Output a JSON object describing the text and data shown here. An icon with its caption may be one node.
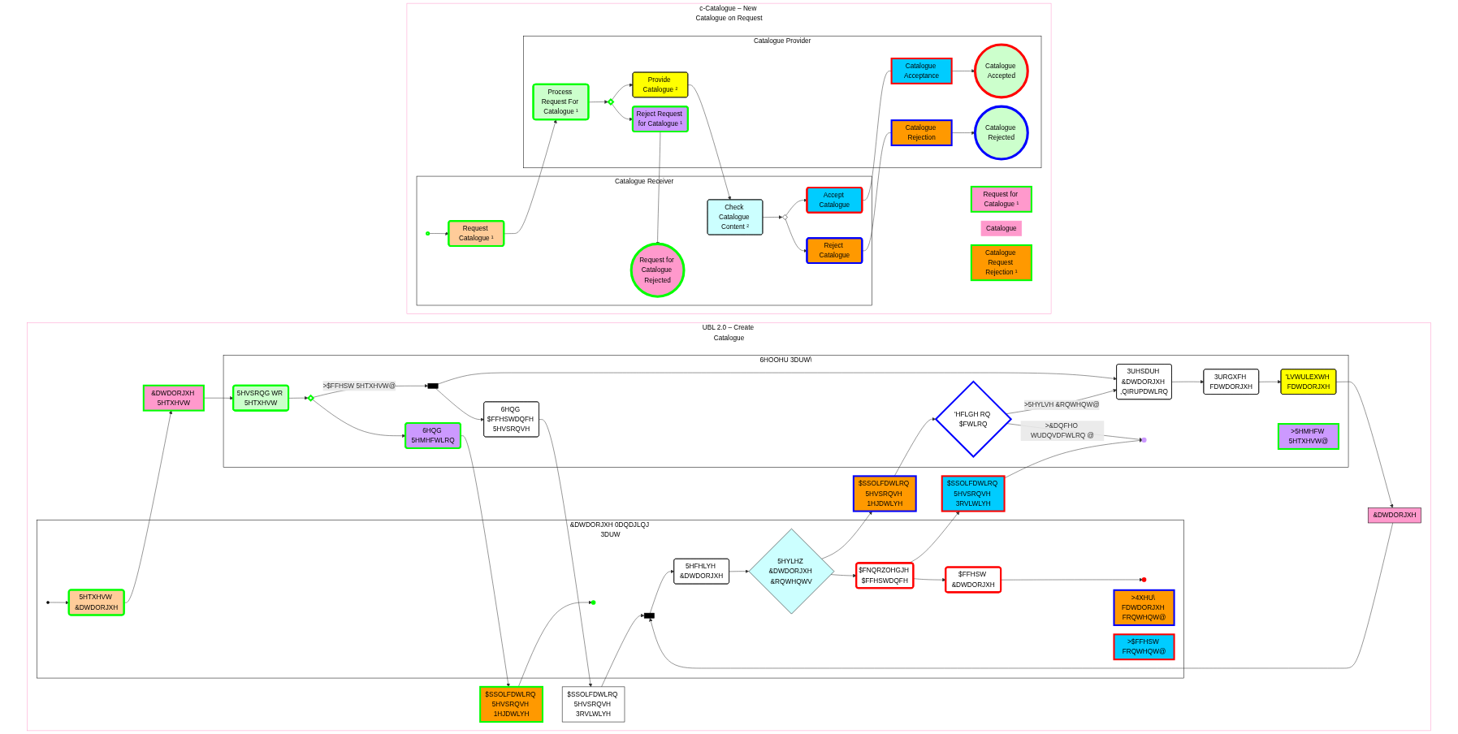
{
  "diagram": {
    "nodes": [
      {
        "text": [
          "UBL 2.0 – Create Catalogue"
        ]
      },
      {
        "text": [
          "&DWDORJXH 0DQDJLQJ 3DUW"
        ],
        "in": 0
      },
      {
        "text": [
          "6HOOHU 3DUW\\"
        ],
        "in": 0
      },
      {
        "text": [],
        "shape": "circle",
        "in": 1
      },
      {
        "text": [
          "5HTXHVW &DWDORJXH"
        ],
        "in": 1
      },
      {
        "text": [
          "&DWDORJXH 5HTXHVW"
        ],
        "in": 0
      },
      {
        "text": [
          "5HVSRQG WR 5HTXHVW"
        ],
        "in": 2
      },
      {
        "text": [],
        "shape": "circle",
        "in": 1
      },
      {
        "text": [
          "$SSOLFDWLRQ 5HVSRQVH 1HJDWLYH"
        ],
        "in": 0
      },
      {
        "text": [
          "6HQG 5HMHFWLRQ"
        ],
        "in": 2
      },
      {
        "text": [
          ">5HMHFW 5HTXHVW@"
        ],
        "in": 2
      },
      {
        "text": [],
        "shape": "diamond",
        "in": 2
      },
      {
        "text": [],
        "shape": "bar",
        "in": 2
      },
      {
        "text": [
          "$SSOLFDWLRQ 5HVSRQVH 3RVLWLYH"
        ],
        "in": 0
      },
      {
        "text": [
          "6HQG $FFHSWDQFH 5HVSRQVH"
        ],
        "in": 2
      },
      {
        "text": [
          "3UHSDUH &DWDORJXH ,QIRUPDWLRQ"
        ],
        "in": 2
      },
      {
        "text": [
          "3URGXFH FDWDORJXH"
        ],
        "in": 2
      },
      {
        "text": [],
        "shape": "bar",
        "in": 1
      },
      {
        "text": [
          "&DWDORJXH"
        ],
        "in": 0
      },
      {
        "text": [
          "'LVWULEXWH FDWDORJXH"
        ],
        "in": 2
      },
      {
        "text": [
          "5HFHLYH &DWDORJXH"
        ],
        "in": 1
      },
      {
        "text": [
          ">4XHU\\ FDWDORJXH FRQWHQW@"
        ],
        "in": 1
      },
      {
        "text": [
          "5HYLHZ &DWDORJXH &RQWHQWV"
        ],
        "in": 1
      },
      {
        "text": [
          "$SSOLFDWLRQ 5HVSRQVH 1HJDWLYH"
        ],
        "in": 0
      },
      {
        "text": [
          "'HFLGH RQ $FWLRQ"
        ],
        "in": 2
      },
      {
        "text": [
          ">$FFHSW FRQWHQW@"
        ],
        "in": 1
      },
      {
        "text": [
          "$FNQRZOHGJH $FFHSWDQFH"
        ],
        "in": 1
      },
      {
        "text": [
          "$SSOLFDWLRQ 5HVSRQVH 3RVLWLYH"
        ],
        "in": 0
      },
      {
        "text": [],
        "shape": "circle",
        "in": 2
      },
      {
        "text": [
          "$FFHSW &DWDORJXH"
        ],
        "in": 1
      },
      {
        "text": [],
        "shape": "circle",
        "in": 1
      },
      {
        "text": [
          "c-Catalogue – New Catalogue on Request"
        ]
      },
      {
        "text": [
          "Catalogue Receiver"
        ],
        "in": 31
      },
      {
        "text": [
          "Catalogue Provider"
        ],
        "in": 31
      },
      {
        "text": [],
        "shape": "circle",
        "in": 32
      },
      {
        "text": [
          "Request for Catalogue ¹"
        ],
        "in": 31
      },
      {
        "text": [
          "Request Catalogue ¹"
        ],
        "in": 32
      },
      {
        "text": [
          "Process Request For Catalogue ¹"
        ],
        "in": 33
      },
      {
        "text": [
          "Catalogue"
        ],
        "in": 31
      },
      {
        "text": [
          "Check Catalogue Content ²"
        ],
        "in": 32
      },
      {
        "text": [
          "Provide Catalogue ²"
        ],
        "in": 33
      },
      {
        "text": [],
        "shape": "diamond",
        "in": 33
      },
      {
        "text": [
          "Catalogue Request Rejection ¹"
        ],
        "in": 31
      },
      {
        "text": [
          "Reject Request for Catalogue ¹"
        ],
        "in": 33
      },
      {
        "text": [],
        "shape": "diamond",
        "in": 32
      },
      {
        "text": [
          "Accept Catalogue"
        ],
        "in": 32
      },
      {
        "text": [
          "Catalogue Acceptance"
        ],
        "in": 33
      },
      {
        "text": [
          "Reject Catalogue"
        ],
        "in": 32
      },
      {
        "text": [
          "Catalogue Rejection"
        ],
        "in": 33
      },
      {
        "text": [
          "Request for Catalogue Rejected"
        ],
        "in": 32
      },
      {
        "text": [
          "Catalogue Rejected"
        ],
        "in": 33
      },
      {
        "text": [
          "Catalogue Accepted"
        ],
        "in": 33
      }
    ],
    "edges": [
      {
        "from": 3,
        "to": 4,
        "arrow": "to"
      },
      {
        "from": 4,
        "to": 5,
        "arrow": "to"
      },
      {
        "from": 5,
        "to": 6,
        "arrow": "to"
      },
      {
        "from": 6,
        "to": 11,
        "arrow": "to"
      },
      {
        "from": 11,
        "to": 9,
        "arrow": "to"
      },
      {
        "from": 9,
        "to": 8,
        "arrow": "to"
      },
      {
        "from": 8,
        "to": 7,
        "arrow": "to"
      },
      {
        "from": 11,
        "to": 12,
        "arrow": "to",
        "label": ">$FFHSW 5HTXHVW@"
      },
      {
        "from": 12,
        "to": 14,
        "arrow": "to"
      },
      {
        "from": 12,
        "to": 15,
        "arrow": "to"
      },
      {
        "from": 14,
        "to": 13,
        "arrow": "to"
      },
      {
        "from": 13,
        "to": 17,
        "arrow": "to"
      },
      {
        "from": 15,
        "to": 16,
        "arrow": "to"
      },
      {
        "from": 16,
        "to": 19,
        "arrow": "to"
      },
      {
        "from": 19,
        "to": 18,
        "arrow": "to"
      },
      {
        "from": 18,
        "to": 17,
        "arrow": "to"
      },
      {
        "from": 17,
        "to": 20,
        "arrow": "to"
      },
      {
        "from": 20,
        "to": 22,
        "arrow": "to"
      },
      {
        "from": 22,
        "to": 23,
        "arrow": "to"
      },
      {
        "from": 22,
        "to": 26,
        "arrow": "to"
      },
      {
        "from": 23,
        "to": 24,
        "arrow": "to"
      },
      {
        "from": 24,
        "to": 15,
        "arrow": "to",
        "label": ">5HYLVH &RQWHQW@"
      },
      {
        "from": 24,
        "to": 28,
        "arrow": "to",
        "label": ">&DQFHO WUDQVDFWLRQ @"
      },
      {
        "from": 26,
        "to": 27,
        "arrow": "to"
      },
      {
        "from": 27,
        "to": 28,
        "arrow": "to"
      },
      {
        "from": 26,
        "to": 29,
        "arrow": "to"
      },
      {
        "from": 29,
        "to": 30,
        "arrow": "to"
      },
      {
        "from": 34,
        "to": 36,
        "arrow": "to"
      },
      {
        "from": 36,
        "to": 37,
        "arrow": "to"
      },
      {
        "from": 37,
        "to": 41,
        "arrow": "to"
      },
      {
        "from": 41,
        "to": 40,
        "arrow": "to"
      },
      {
        "from": 41,
        "to": 43,
        "arrow": "to"
      },
      {
        "from": 40,
        "to": 39,
        "arrow": "to"
      },
      {
        "from": 39,
        "to": 44,
        "arrow": "to"
      },
      {
        "from": 44,
        "to": 45,
        "arrow": "to"
      },
      {
        "from": 44,
        "to": 47,
        "arrow": "to"
      },
      {
        "from": 43,
        "to": 49,
        "arrow": "to"
      },
      {
        "from": 45,
        "to": 46,
        "arrow": "none"
      },
      {
        "from": 46,
        "to": 51,
        "arrow": "to"
      },
      {
        "from": 47,
        "to": 48,
        "arrow": "none"
      },
      {
        "from": 48,
        "to": 50,
        "arrow": "to"
      }
    ]
  }
}
